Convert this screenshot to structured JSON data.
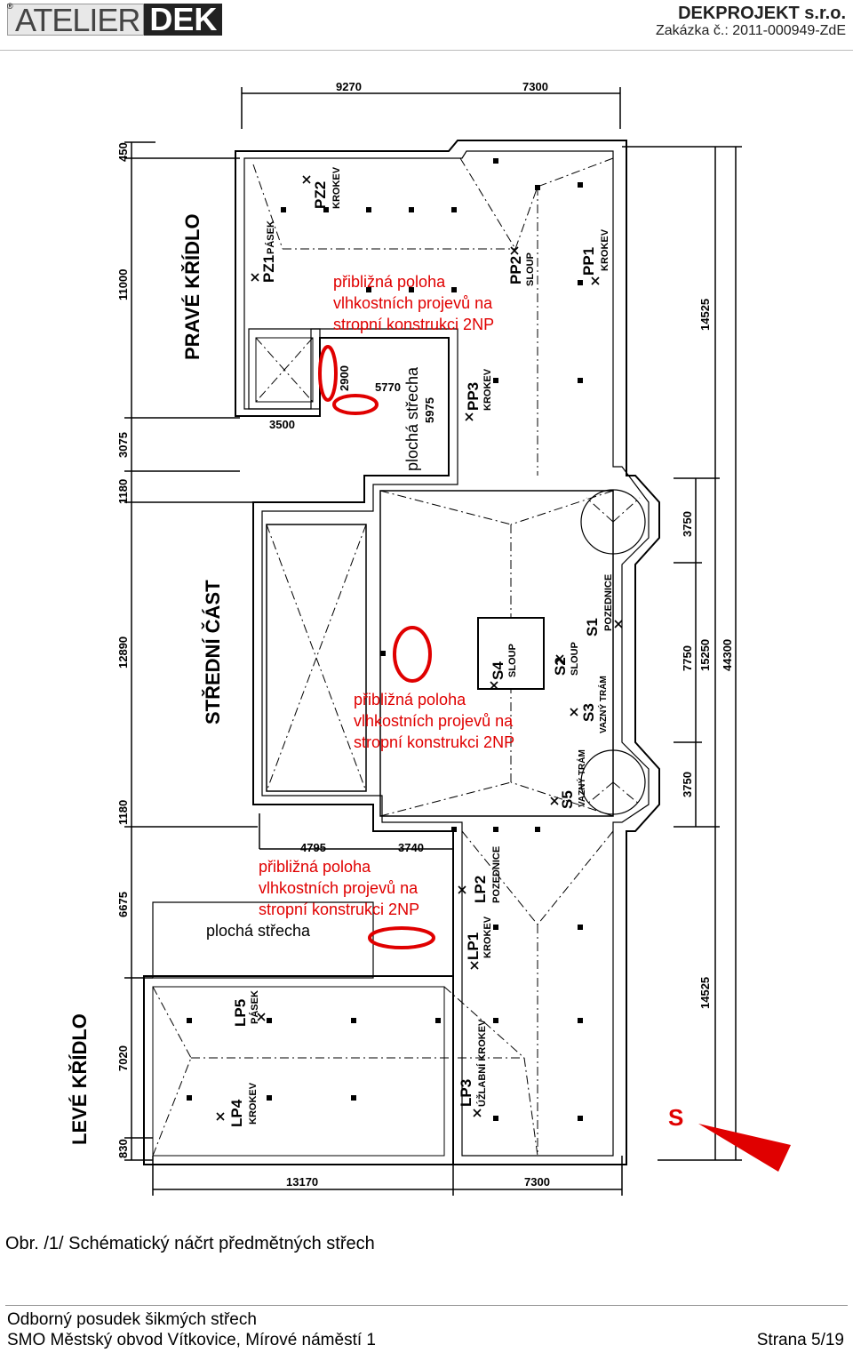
{
  "header": {
    "logo_reg": "®",
    "logo_atelier": "ATELIER",
    "logo_dek": "DEK",
    "company": "DEKPROJEKT s.r.o.",
    "order": "Zakázka č.: 2011-000949-ZdE"
  },
  "plan": {
    "wing_right": "PRAVÉ KŘÍDLO",
    "wing_middle": "STŘEDNÍ ČÁST",
    "wing_left": "LEVÉ KŘÍDLO",
    "note_line1": "přibližná poloha",
    "note_line2": "vlhkostních projevů na",
    "note_line3": "stropní konstrukci 2NP",
    "flat_roof": "plochá střecha",
    "north": "S",
    "dims_top": [
      "9270",
      "7300"
    ],
    "dims_bottom": [
      "13170",
      "7300"
    ],
    "dims_left": [
      "450",
      "11000",
      "3075",
      "1180",
      "12890",
      "1180",
      "6675",
      "7020",
      "830"
    ],
    "dims_right": [
      "14525",
      "3750",
      "7750",
      "3750",
      "14525",
      "15250",
      "44300"
    ],
    "dims_inner": [
      "3500",
      "2900",
      "5770",
      "5975",
      "4795",
      "3740"
    ],
    "points": [
      {
        "id": "PZ1",
        "desc": "PÁSEK"
      },
      {
        "id": "PZ2",
        "desc": "KROKEV"
      },
      {
        "id": "PP1",
        "desc": "KROKEV"
      },
      {
        "id": "PP2",
        "desc": "SLOUP"
      },
      {
        "id": "PP3",
        "desc": "KROKEV"
      },
      {
        "id": "S1",
        "desc": "POZEDNICE"
      },
      {
        "id": "S2",
        "desc": "SLOUP"
      },
      {
        "id": "S3",
        "desc": "VAZNÝ TRÁM"
      },
      {
        "id": "S4",
        "desc": "SLOUP"
      },
      {
        "id": "S5",
        "desc": "VAZNÝ TRÁM"
      },
      {
        "id": "LP1",
        "desc": "KROKEV"
      },
      {
        "id": "LP2",
        "desc": "POZEDNICE"
      },
      {
        "id": "LP3",
        "desc": "ÚŽLABNÍ KROKEV"
      },
      {
        "id": "LP4",
        "desc": "KROKEV"
      },
      {
        "id": "LP5",
        "desc": "PÁSEK"
      }
    ]
  },
  "caption": "Obr. /1/ Schématický náčrt předmětných střech",
  "footer": {
    "line1": "Odborný posudek šikmých střech",
    "line2": "SMO Městský obvod Vítkovice, Mírové náměstí 1",
    "page": "Strana 5/19"
  },
  "colors": {
    "annotation": "#e00000"
  }
}
